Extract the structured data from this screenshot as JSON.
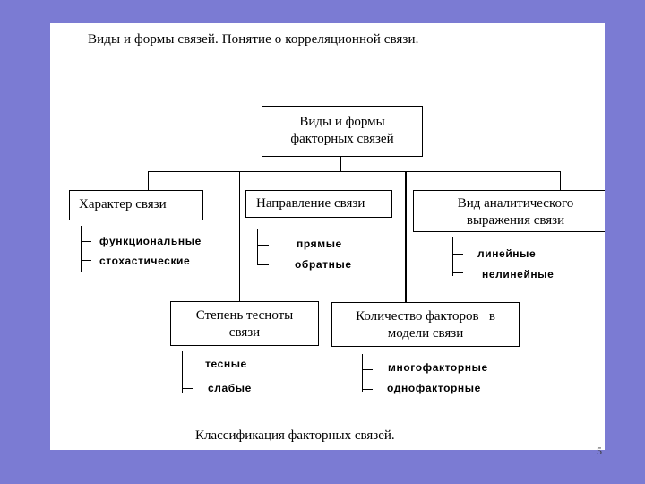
{
  "title": "Виды и  формы  связей. Понятие  о корреляционной связи.",
  "root": {
    "line1": "Виды и формы",
    "line2": "факторных связей"
  },
  "categories": [
    {
      "line1": "Характер связи",
      "line2": "",
      "items": [
        "функциональные",
        "стохастические"
      ]
    },
    {
      "line1": "Направление связи",
      "line2": "",
      "items": [
        "прямые",
        "обратные"
      ]
    },
    {
      "line1": "Вид аналитического",
      "line2": "выражения связи",
      "items": [
        "линейные",
        "нелинейные"
      ]
    },
    {
      "line1": "Степень тесноты",
      "line2": "связи",
      "items": [
        "тесные",
        "слабые"
      ]
    },
    {
      "line1": "Количество факторов   в",
      "line2": "модели связи",
      "items": [
        "многофакторные",
        "однофакторные"
      ]
    }
  ],
  "caption": "Классификация факторных связей.",
  "page_number": "5"
}
